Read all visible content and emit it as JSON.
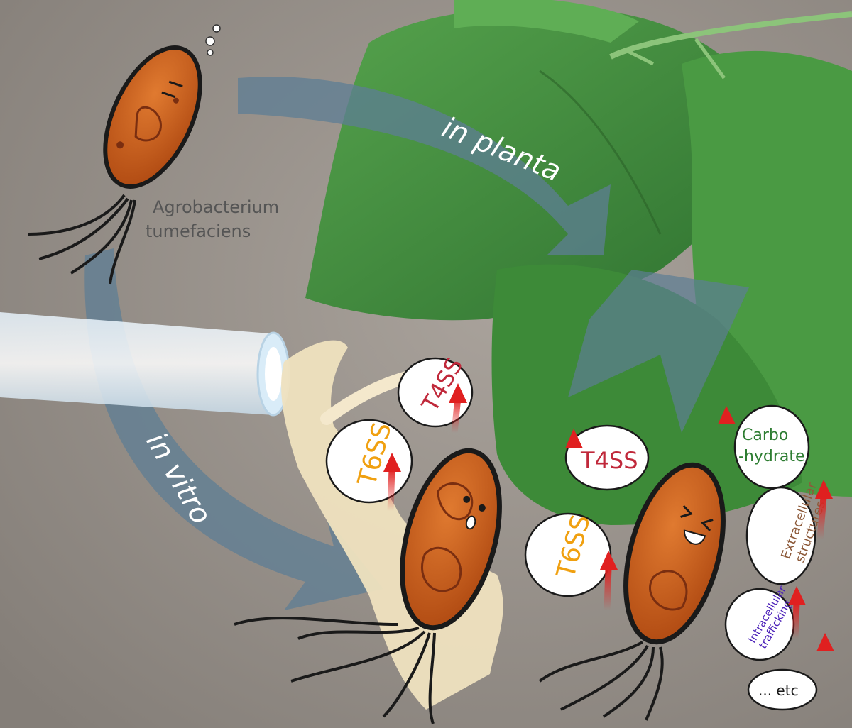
{
  "organism": {
    "line1": "Agrobacterium",
    "line2": "tumefaciens"
  },
  "arrows": {
    "planta": "in planta",
    "vitro": "in vitro"
  },
  "bubbles": {
    "vitro_t4ss": "T4SS",
    "vitro_t6ss": "T6SS",
    "planta_t4ss": "T4SS",
    "planta_t6ss": "T6SS",
    "carbo_line1": "Carbo",
    "carbo_line2": "-hydrate",
    "extra_line1": "Extracellular",
    "extra_line2": "structures",
    "intra_line1": "Intracellular",
    "intra_line2": "trafficking",
    "etc": "... etc"
  },
  "colors": {
    "background": "#8f8a85",
    "leaf": "#3f8a3a",
    "arrow": "#5d7d94",
    "bacterium": "#c2571c",
    "up_arrow": "#e02020",
    "t4ss_text": "#c0283a",
    "t6ss_text": "#f0a010",
    "carbo_text": "#2e7d32",
    "extra_text": "#8d5a3a",
    "intra_text": "#4a1fb8"
  }
}
